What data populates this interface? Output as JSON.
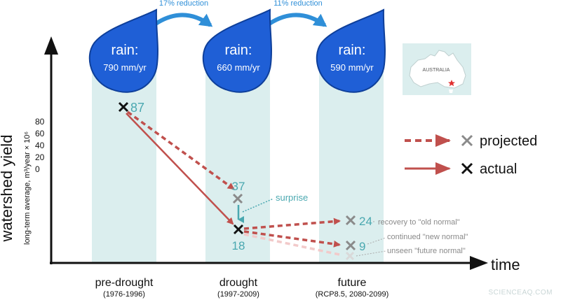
{
  "reductions": [
    "17% reduction",
    "11% reduction"
  ],
  "rain": [
    {
      "label": "rain:",
      "amount": "790 mm/yr"
    },
    {
      "label": "rain:",
      "amount": "660 mm/yr"
    },
    {
      "label": "rain:",
      "amount": "590 mm/yr"
    }
  ],
  "map_label": "AUSTRALIA",
  "y_axis": {
    "title": "watershed yield",
    "subtitle": "long-term average, m³/year × 10⁶",
    "ticks": [
      "80",
      "60",
      "40",
      "20",
      "0"
    ]
  },
  "x_axis": {
    "title": "time",
    "periods": [
      {
        "name": "pre-drought",
        "range": "(1976-1996)"
      },
      {
        "name": "drought",
        "range": "(1997-2009)"
      },
      {
        "name": "future",
        "range": "(RCP8.5, 2080-2099)"
      }
    ]
  },
  "values": {
    "pre_drought": "87",
    "drought_projected": "37",
    "drought_actual": "18",
    "future_old_normal": "24",
    "future_new_normal": "9"
  },
  "annotations": {
    "surprise": "surprise",
    "old_normal": "recovery to \"old normal\"",
    "new_normal": "continued \"new normal\"",
    "future_normal": "unseen \"future normal\""
  },
  "legend": {
    "projected": "projected",
    "actual": "actual"
  },
  "watermark": "SCIENCEAQ.COM",
  "colors": {
    "drop": "#1f5fd6",
    "band": "#dbeeee",
    "teal": "#4aa8b0",
    "arrow_red": "#c0504d",
    "arrow_blue": "#2f8fd8",
    "gray_x": "#8a8a8a"
  }
}
